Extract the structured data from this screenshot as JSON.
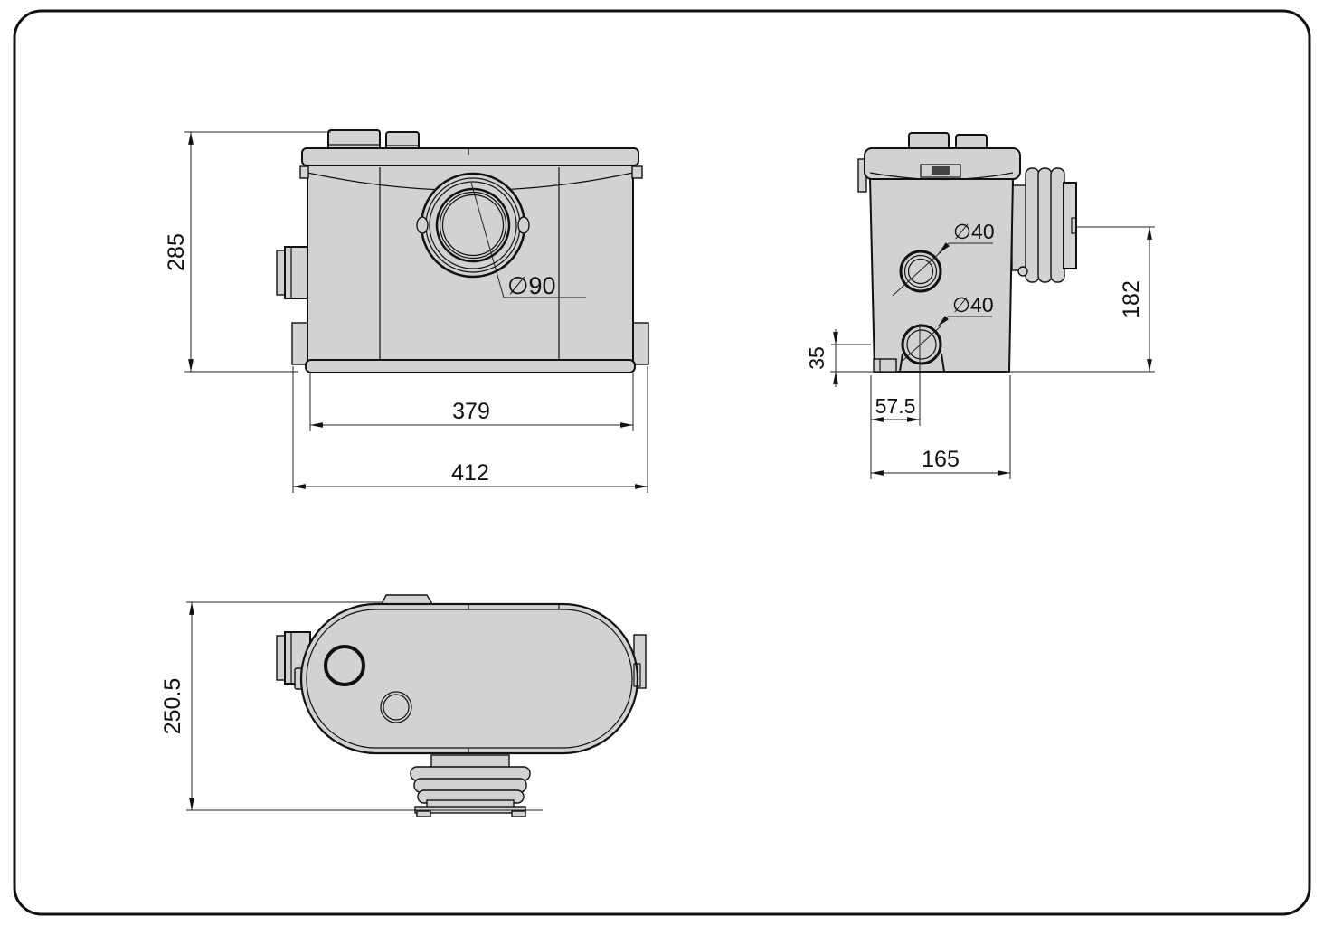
{
  "dims": {
    "front_height": "285",
    "front_body_width": "379",
    "front_overall_width": "412",
    "front_access_cover_dia": "∅90",
    "side_upper_inlet_dia": "∅40",
    "side_lower_inlet_dia": "∅40",
    "side_lower_inlet_height": "35",
    "side_lower_inlet_offset": "57.5",
    "side_depth": "165",
    "side_outlet_height": "182",
    "top_depth": "250.5"
  },
  "colors": {
    "background": "#ffffff",
    "body_fill": "#d2d2d2",
    "line": "#111111",
    "dim_line": "#222222"
  }
}
